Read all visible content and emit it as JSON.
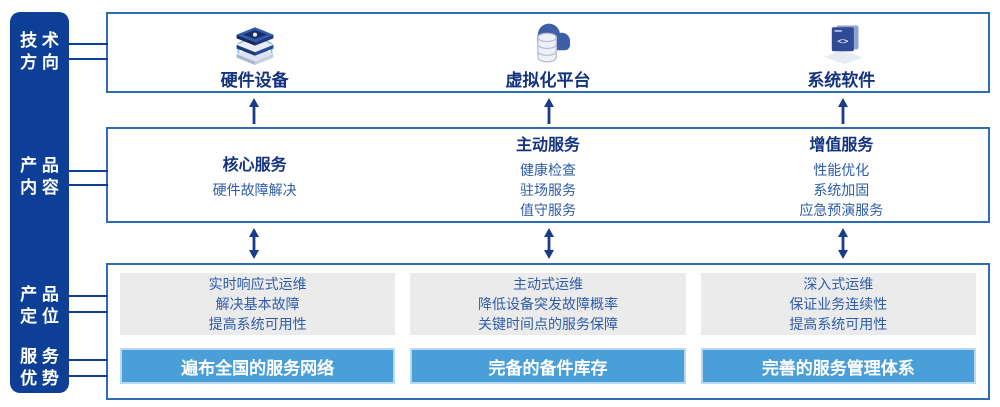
{
  "tech_direction": {
    "section_label": "技 术\n方 向",
    "items": [
      {
        "label": "硬件设备",
        "icon": "server-stack-icon"
      },
      {
        "label": "虚拟化平台",
        "icon": "cloud-database-icon"
      },
      {
        "label": "系统软件",
        "icon": "code-window-icon"
      }
    ]
  },
  "product_content": {
    "section_label": "产 品\n内 容",
    "columns": [
      {
        "title": "核心服务",
        "items": [
          "硬件故障解决"
        ]
      },
      {
        "title": "主动服务",
        "items": [
          "健康检查",
          "驻场服务",
          "值守服务"
        ]
      },
      {
        "title": "增值服务",
        "items": [
          "性能优化",
          "系统加固",
          "应急预演服务"
        ]
      }
    ]
  },
  "product_positioning": {
    "section_label": "产 品\n定 位",
    "columns": [
      {
        "lines": "实时响应式运维\n解决基本故障\n提高系统可用性"
      },
      {
        "lines": "主动式运维\n降低设备突发故障概率\n关键时间点的服务保障"
      },
      {
        "lines": "深入式运维\n保证业务连续性\n提高系统可用性"
      }
    ]
  },
  "service_advantages": {
    "section_label": "服 务\n优 势",
    "banners": [
      "遍布全国的服务网络",
      "完备的备件库存",
      "完善的服务管理体系"
    ]
  },
  "colors": {
    "sidebar_bg": "#0d3f96",
    "box_border": "#2e6cb4",
    "title_text": "#14337f",
    "body_text": "#2e5ca9",
    "gray_panel_bg": "#ebebeb",
    "banner_bg": "#4b9fd9",
    "banner_border": "#b6d9f1",
    "banner_text": "#ffffff",
    "arrow": "#1a3a8c"
  }
}
